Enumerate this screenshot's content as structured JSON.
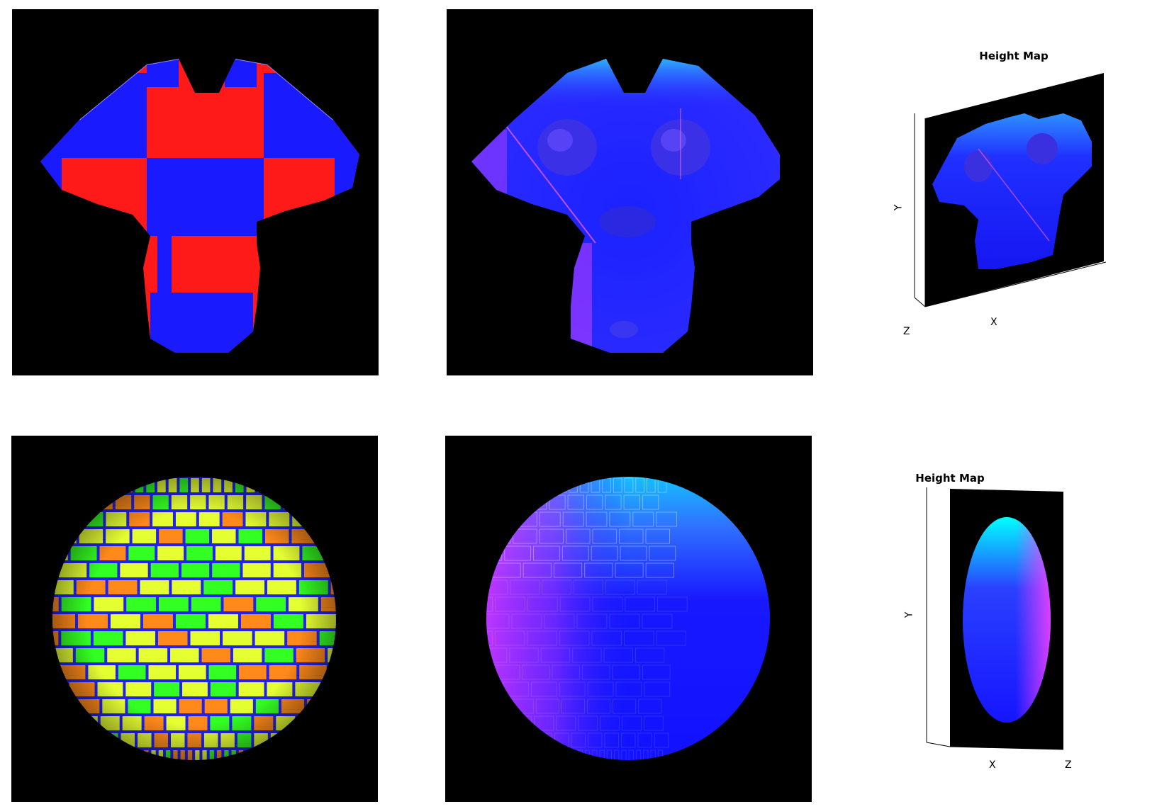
{
  "figure": {
    "rows": [
      {
        "object": "monkey",
        "panels": [
          "texture-checker",
          "normal-map",
          "height-map-3d"
        ],
        "height_map": {
          "title": "Height Map",
          "axes": {
            "y": "Y",
            "x": "X",
            "z": "Z"
          }
        }
      },
      {
        "object": "sphere",
        "panels": [
          "texture-bricks",
          "normal-map",
          "height-map-3d"
        ],
        "height_map": {
          "title": "Height Map",
          "axes": {
            "y": "Y",
            "x": "X",
            "z": "Z"
          }
        }
      }
    ]
  },
  "colors": {
    "background": "#000000",
    "checker_red": "#ff1a1a",
    "checker_blue": "#1a1aff",
    "normal_blue": "#2020ff",
    "normal_magenta": "#ff40ff",
    "normal_cyan": "#00ffff",
    "brick_green": "#33ff22",
    "brick_yellow": "#e6ff33",
    "brick_orange": "#ff8a1a",
    "mortar_blue": "#2222ee"
  }
}
